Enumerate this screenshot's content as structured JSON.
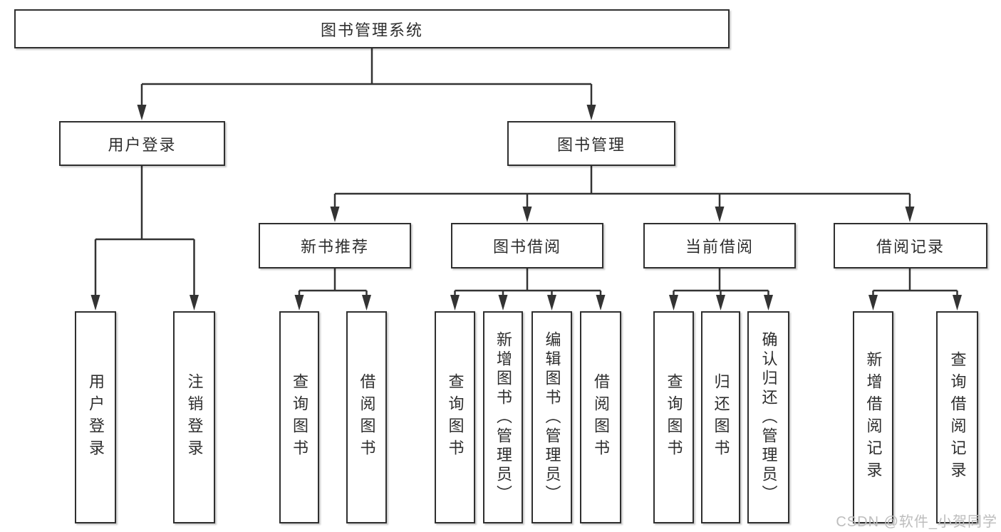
{
  "diagram": {
    "type": "hierarchy-tree",
    "tree": {
      "root": "图书管理系统",
      "login": {
        "label": "用户登录",
        "children": [
          "用户登录",
          "注销登录"
        ]
      },
      "management": {
        "label": "图书管理",
        "sections": [
          {
            "label": "新书推荐",
            "children": [
              "查询图书",
              "借阅图书"
            ]
          },
          {
            "label": "图书借阅",
            "children": [
              "查询图书",
              "新增图书（管理员）",
              "编辑图书（管理员）",
              "借阅图书"
            ]
          },
          {
            "label": "当前借阅",
            "children": [
              "查询图书",
              "归还图书",
              "确认归还（管理员）"
            ]
          },
          {
            "label": "借阅记录",
            "children": [
              "新增借阅记录",
              "查询借阅记录"
            ]
          }
        ]
      }
    },
    "colors": {
      "background": "#ffffff",
      "box_border": "#2f2f2f",
      "line": "#333333",
      "text": "#2e2e2e",
      "watermark": "#bdbdbd"
    }
  },
  "watermark": {
    "text": "CSDN @软件_小贺同学"
  }
}
